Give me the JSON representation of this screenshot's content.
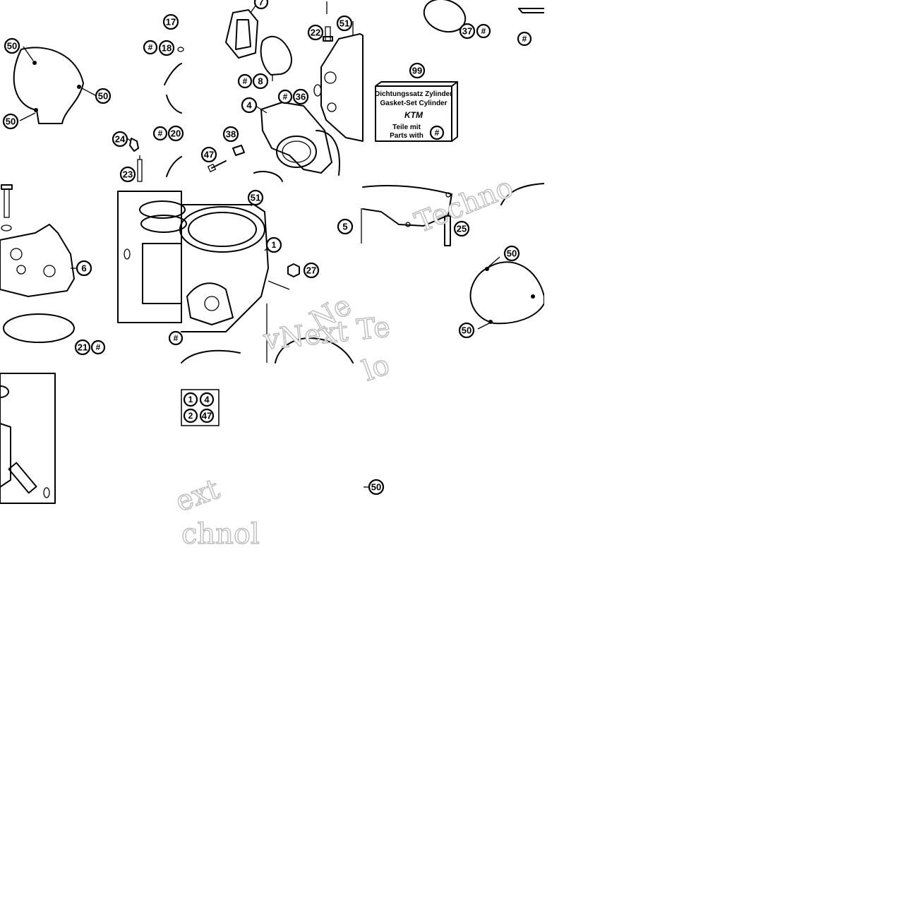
{
  "gasket_kit": {
    "callout": "99",
    "line1": "Dichtungssatz Zylinder",
    "line2": "Gasket-Set Cylinder",
    "brand": "KTM",
    "line3": "Teile mit",
    "line4": "Parts with",
    "symbol": "#"
  },
  "callouts": {
    "c17": "17",
    "c18": "18",
    "c20": "20",
    "c21": "21",
    "c22": "22",
    "c23": "23",
    "c24": "24",
    "c25": "25",
    "c27": "27",
    "c36": "36",
    "c37": "37",
    "c38": "38",
    "c47": "47",
    "c50": "50",
    "c51": "51",
    "c1": "1",
    "c2": "2",
    "c4": "4",
    "c5": "5",
    "c6": "6",
    "c7": "7",
    "c8": "8",
    "hash": "#"
  },
  "legend": {
    "row1_a": "1",
    "row1_b": "4",
    "row2_a": "2",
    "row2_b": "47",
    "symbol": "#"
  },
  "watermark": {
    "w1": "Techno",
    "w2": "vNext Te",
    "w3": "ext",
    "w4": "chnol",
    "w5": "lo",
    "w6": "Ne"
  }
}
